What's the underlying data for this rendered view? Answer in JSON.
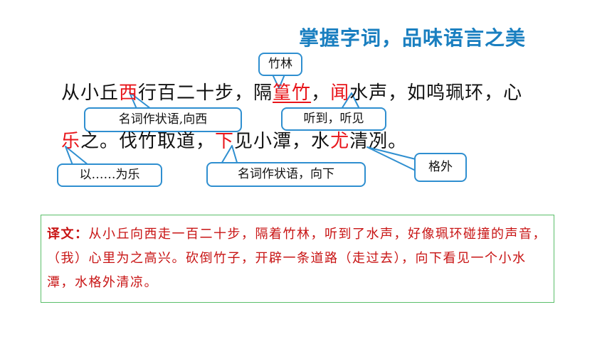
{
  "header": {
    "title": "掌握字词，品味语言之美"
  },
  "text": {
    "line1": [
      {
        "t": "从小丘",
        "hl": false
      },
      {
        "t": "西",
        "hl": true
      },
      {
        "t": "行百二十步，隔",
        "hl": false
      },
      {
        "t": "篁竹",
        "hl": true,
        "ul": true
      },
      {
        "t": "，",
        "hl": false
      },
      {
        "t": "闻",
        "hl": true
      },
      {
        "t": "水声，如鸣珮环，心",
        "hl": false
      }
    ],
    "line2": [
      {
        "t": "乐",
        "hl": true
      },
      {
        "t": "之。伐竹取道，",
        "hl": false
      },
      {
        "t": "下",
        "hl": true
      },
      {
        "t": "见小潭，水",
        "hl": false
      },
      {
        "t": "尤",
        "hl": true
      },
      {
        "t": "清冽。",
        "hl": false
      }
    ]
  },
  "callouts": {
    "bamboo": "竹林",
    "west": "名词作状语,向西",
    "hear": "听到，听见",
    "joy": "以……为乐",
    "down": "名词作状语，向下",
    "especially": "格外"
  },
  "translation": {
    "label": "译文：",
    "body": "从小丘向西走一百二十步，隔着竹林，听到了水声，好像珮环碰撞的声音，（我）心里为之高兴。砍倒竹子，开辟一条道路（走过去），向下看见一个小水潭，水格外清凉。"
  },
  "colors": {
    "title": "#1a7fc0",
    "highlight": "#e8141a",
    "callout_border": "#2f8fd0",
    "translation_text": "#c81414",
    "translation_border": "#5bbf6a"
  }
}
